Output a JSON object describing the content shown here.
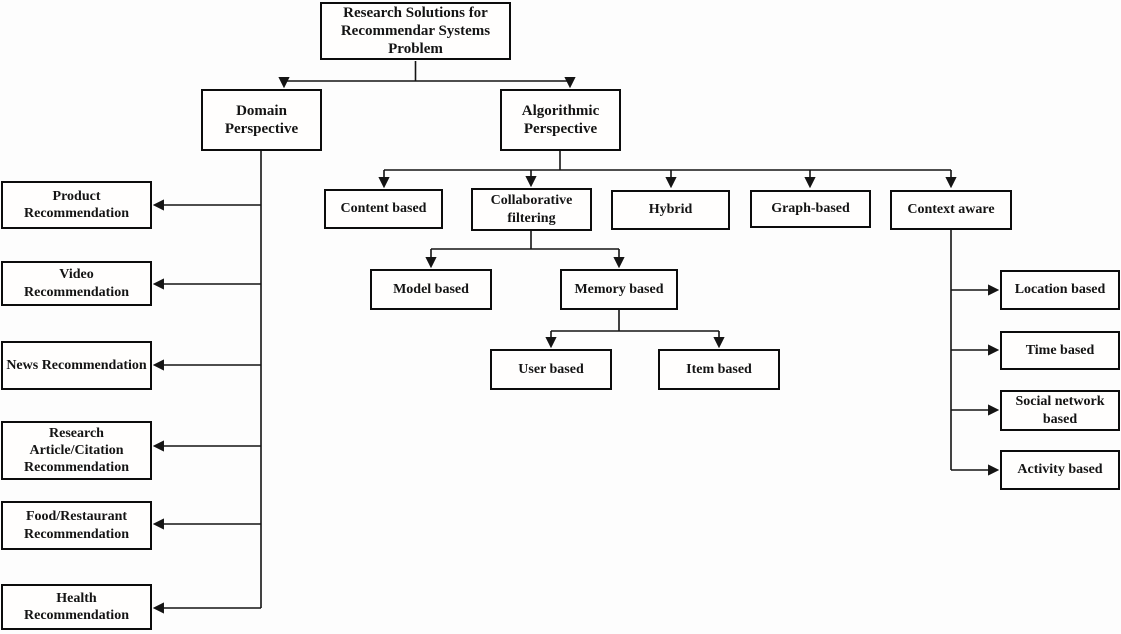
{
  "diagram": {
    "root": {
      "label": "Research Solutions for Recommendar Systems Problem"
    },
    "branches": {
      "domain": {
        "label": "Domain Perspective",
        "children": [
          {
            "label": "Product Recommendation"
          },
          {
            "label": "Video Recommendation"
          },
          {
            "label": "News Recommendation"
          },
          {
            "label": "Research Article/Citation Recommendation"
          },
          {
            "label": "Food/Restaurant Recommendation"
          },
          {
            "label": "Health Recommendation"
          }
        ]
      },
      "algorithmic": {
        "label": "Algorithmic Perspective",
        "children": [
          {
            "label": "Content based"
          },
          {
            "label": "Collaborative filtering",
            "children": [
              {
                "label": "Model based"
              },
              {
                "label": "Memory based",
                "children": [
                  {
                    "label": "User based"
                  },
                  {
                    "label": "Item based"
                  }
                ]
              }
            ]
          },
          {
            "label": "Hybrid"
          },
          {
            "label": "Graph-based"
          },
          {
            "label": "Context aware",
            "children": [
              {
                "label": "Location based"
              },
              {
                "label": "Time based"
              },
              {
                "label": "Social network based"
              },
              {
                "label": "Activity based"
              }
            ]
          }
        ]
      }
    },
    "colors": {
      "line": "#141414",
      "box_border": "#0c0c0c",
      "background": "#fdfdfd"
    }
  }
}
